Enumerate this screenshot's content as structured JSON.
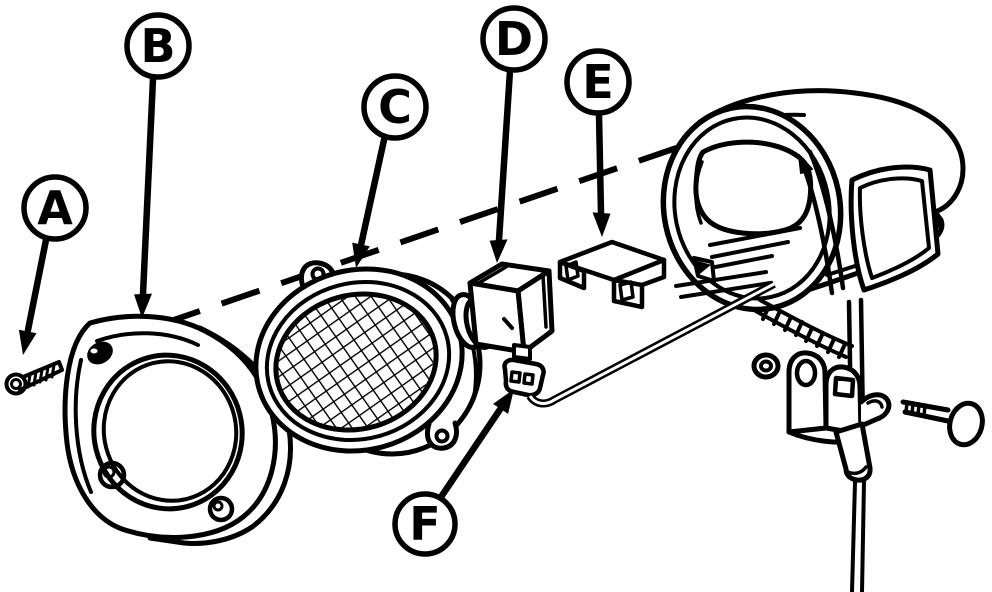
{
  "diagram": {
    "kind": "exploded-parts-diagram",
    "background": "#ffffff",
    "line_color": "#000000",
    "callouts": [
      {
        "letter": "A"
      },
      {
        "letter": "B"
      },
      {
        "letter": "C"
      },
      {
        "letter": "D"
      },
      {
        "letter": "E"
      },
      {
        "letter": "F"
      }
    ]
  }
}
